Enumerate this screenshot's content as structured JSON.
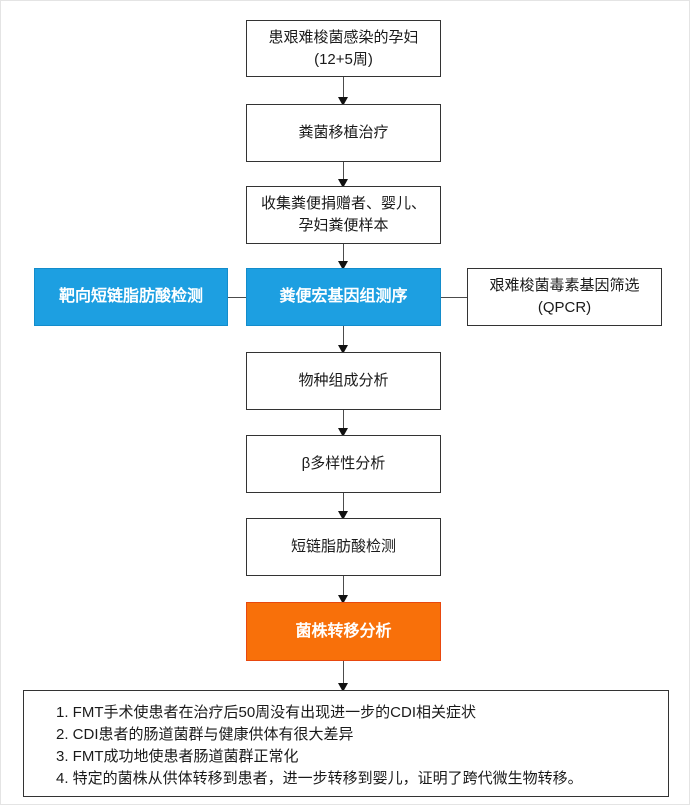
{
  "flowchart": {
    "title": "FMT study flow diagram",
    "colors": {
      "accent_blue": "#1d9fe1",
      "accent_orange": "#f8700a",
      "accent_orange_border": "#e8480e",
      "box_border": "#333333",
      "line": "#4c4c4c"
    },
    "nodes": {
      "patient": {
        "text": "患艰难梭菌感染的孕妇\n(12+5周)"
      },
      "fmt_treatment": {
        "text": "粪菌移植治疗"
      },
      "collect_samples": {
        "text": "收集粪便捐赠者、婴儿、\n孕妇粪便样本"
      },
      "targeted_scfa": {
        "text": "靶向短链脂肪酸检测"
      },
      "metagenome_seq": {
        "text": "粪便宏基因组测序"
      },
      "qpcr_screen": {
        "text": "艰难梭菌毒素基因筛选\n(QPCR)"
      },
      "species_composition": {
        "text": "物种组成分析"
      },
      "beta_diversity": {
        "text": "β多样性分析"
      },
      "scfa_detection": {
        "text": "短链脂肪酸检测"
      },
      "strain_transfer": {
        "text": "菌株转移分析"
      }
    },
    "summary": {
      "lines": [
        "1. FMT手术使患者在治疗后50周没有出现进一步的CDI相关症状",
        "2. CDI患者的肠道菌群与健康供体有很大差异",
        "3. FMT成功地使患者肠道菌群正常化",
        "4. 特定的菌株从供体转移到患者，进一步转移到婴儿，证明了跨代微生物转移。"
      ]
    }
  }
}
